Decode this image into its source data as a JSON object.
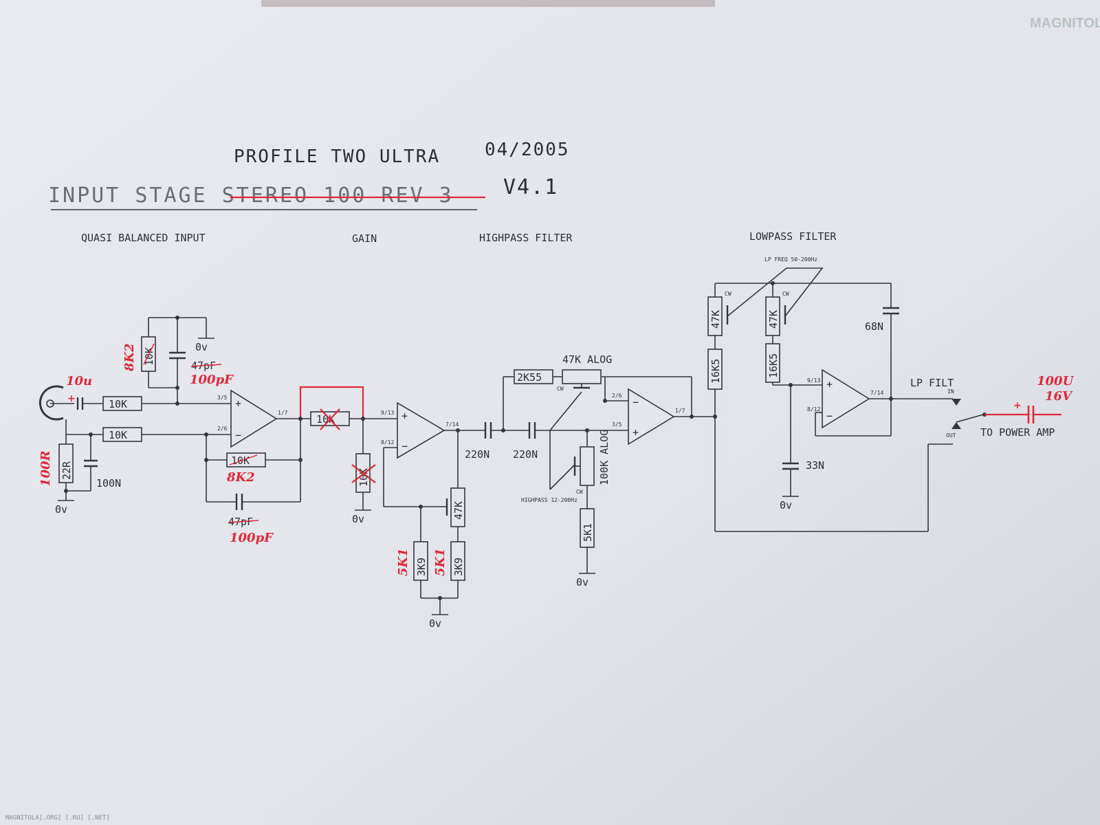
{
  "header": {
    "title": "PROFILE TWO ULTRA",
    "date": "04/2005",
    "subtitle": "INPUT STAGE STEREO 100 REV 3",
    "version": "V4.1"
  },
  "sections": {
    "input": "QUASI BALANCED INPUT",
    "gain": "GAIN",
    "highpass": "HIGHPASS FILTER",
    "lowpass": "LOWPASS FILTER"
  },
  "components": {
    "r_in1": "10K",
    "r_in2": "10K",
    "r_22r": "22R",
    "c_100n": "100N",
    "r_top": "10K",
    "c_top": "47pF",
    "r_fb": "10K",
    "c_fb": "47pF",
    "r_gain": "10K",
    "r_shunt": "10K",
    "r_47k_gain": "47K",
    "r_3k9a": "3K9",
    "r_3k9b": "3K9",
    "c_220n_a": "220N",
    "c_220n_b": "220N",
    "r_2k55": "2K55",
    "pot_47k": "47K ALOG",
    "pot_100k": "100K ALOG",
    "r_5k1": "5K1",
    "hp_freq": "HIGHPASS 12-200Hz",
    "r_47k_lp1": "47K",
    "r_47k_lp2": "47K",
    "r_16k5a": "16K5",
    "r_16k5b": "16K5",
    "c_68n": "68N",
    "c_33n": "33N",
    "lp_freq": "LP FREQ 50-200Hz",
    "lp_filt": "LP FILT",
    "to_power": "TO POWER AMP",
    "sw_in": "IN",
    "sw_out": "OUT",
    "cw": "CW",
    "ground": "0v"
  },
  "pins": {
    "u1_in": "3/5",
    "u1_inv": "2/6",
    "u1_out": "1/7",
    "u2_in": "9/13",
    "u2_inv": "8/12",
    "u2_out": "7/14",
    "u3_inv": "2/6",
    "u3_in": "3/5",
    "u3_out": "1/7",
    "u4_in": "9/13",
    "u4_inv": "8/12",
    "u4_out": "7/14"
  },
  "annotations": {
    "cap_in": "10u",
    "r_100r": "100R",
    "r_8k2_top": "8K2",
    "c_100pf_top": "100pF",
    "r_8k2_fb": "8K2",
    "c_100pf_fb": "100pF",
    "r_5k1_a": "5K1",
    "r_5k1_b": "5K1",
    "c_out_value": "100U",
    "c_out_voltage": "16V"
  },
  "watermark": {
    "logo": "MAGNITOLA",
    "footer": "MAGNITOLA[.ORG] [.RU] [.NET]"
  },
  "colors": {
    "paper": "#e4e6ec",
    "ink": "#33363d",
    "correction": "#e0283a"
  }
}
